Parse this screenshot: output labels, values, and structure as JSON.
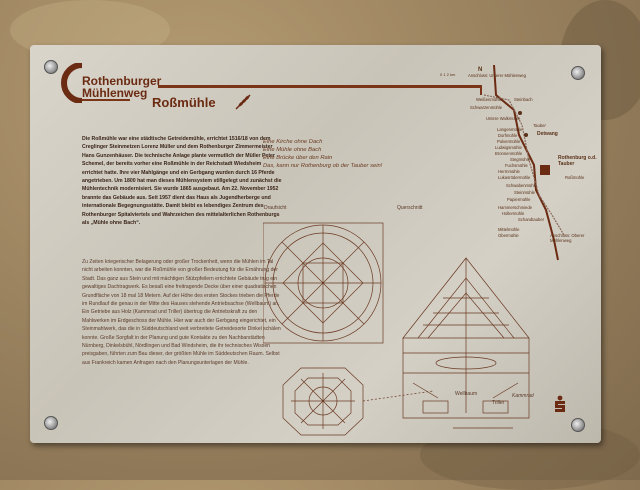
{
  "brand": {
    "line1": "Rothenburger",
    "line2": "Mühlenweg"
  },
  "title": "Roßmühle",
  "intro": "Die Roßmühle war eine städtische Getreidemühle, errichtet 1516/18 von dem Creglinger Steinmetzen Lorenz Müller und dem Rothenburger Zimmermeister Hans Gunzenhäuser. Die technische Anlage plante vermutlich der Müller Peter Schemel, der bereits vorher eine Roßmühle in der Reichstadt Wiedsheim errichtet hatte. Ihre vier Mahlgänge und ein Gerbgang wurden durch 16 Pferde angetrieben. Um 1800 hat man dieses Mühlensystem stillgelegt und zunächst die Mühlentechnik modernisiert. Sie wurde 1865 ausgebaut. Am 22. November 1952 brannte das Gebäude aus. Seit 1957 dient das Haus als Jugendherberge und internationale Begegnungsstätte. Damit bleibt es lebendiges Zentrum des Rothenburger Spitalviertels und Wahrzeichen des mittelalterlichen Rothenburgs als „Mühle ohne Bach“.",
  "history": "Zu Zeiten kriegerischer Belagerung oder großer Trockenheit, wenn die Mühlen im Tal nicht arbeiten konnten, war die Roßmühle von großer Bedeutung für die Ernährung der Stadt. Das ganz aus Stein und mit mächtigen Stützpfeilern errichtete Gebäude trug ein gewaltiges Dachtragwerk. Es besaß eine freitragende Decke über einer quadratischen Grundfläche von 18 mal 18 Metern. Auf der Höhe des ersten Stockes trieben die Pferde im Rundlauf die genau in der Mitte des Hauses stehende Antriebsachse (Wellbaum) an. Ein Getriebe aus Holz (Kammrad und Triller) übertrug die Antriebskraft zu den Mahlwerken im Erdgeschoss der Mühle. Hier war auch der Gerbgang eingerichtet, ein Steinmahlwerk, das die in Süddeutschland weit verbreitete Getreidesorte Dinkel schälen konnte. Große Sorgfalt in der Planung und gute Kontakte zu den Nachbarstädten Nürnberg, Dinkelsbühl, Nördlingen und Bad Windsheim, die ihr technisches Wissen preisgaben, führten zum Bau dieser, der größten Mühle im Süddeutschen Raum. Selbst aus Frankreich kamen Anfragen nach den Planungsunterlagen der Mühle.",
  "poem": [
    "Eine Kirche ohne Dach",
    "Eine Mühle ohne Bach",
    "Eine Brücke über den Rain",
    "Das, kann nur Rothenburg ob der Tauber sein!"
  ],
  "drawing": {
    "top_view_label": "Draufsicht",
    "section_label": "Querschnitt",
    "wellbaum_label": "Wellbaum",
    "triller_label": "Triller",
    "kammrad_label": "Kammrad"
  },
  "map": {
    "scale_label": "0   1   2 km",
    "north": "N",
    "places": [
      "Anschluss: Unterer Mühlenweg",
      "Weißenmühle",
      "Steinbach",
      "Schwarzenmühle",
      "Untere Walkmühle",
      "Tauber",
      "Langenmühle",
      "Dorfmühle",
      "Pulvermühle",
      "Ludwigsmühle",
      "Bronnenmühle",
      "Stegmühle",
      "Fuchsmühle",
      "Herrnmühle",
      "Lukasrödermühle",
      "Detwang",
      "Rothenburg o.d. Tauber",
      "Roßmühle",
      "Schwabenmühle",
      "Steinmühle",
      "Papiermühle",
      "Hammerschmiede",
      "Hollermühle",
      "Schandtauber",
      "Mittelmühle",
      "Obermühle",
      "Anschluss: Oberer Mühlenweg"
    ]
  },
  "colors": {
    "accent": "#6b2a12",
    "plate": "#d4d0c6"
  }
}
